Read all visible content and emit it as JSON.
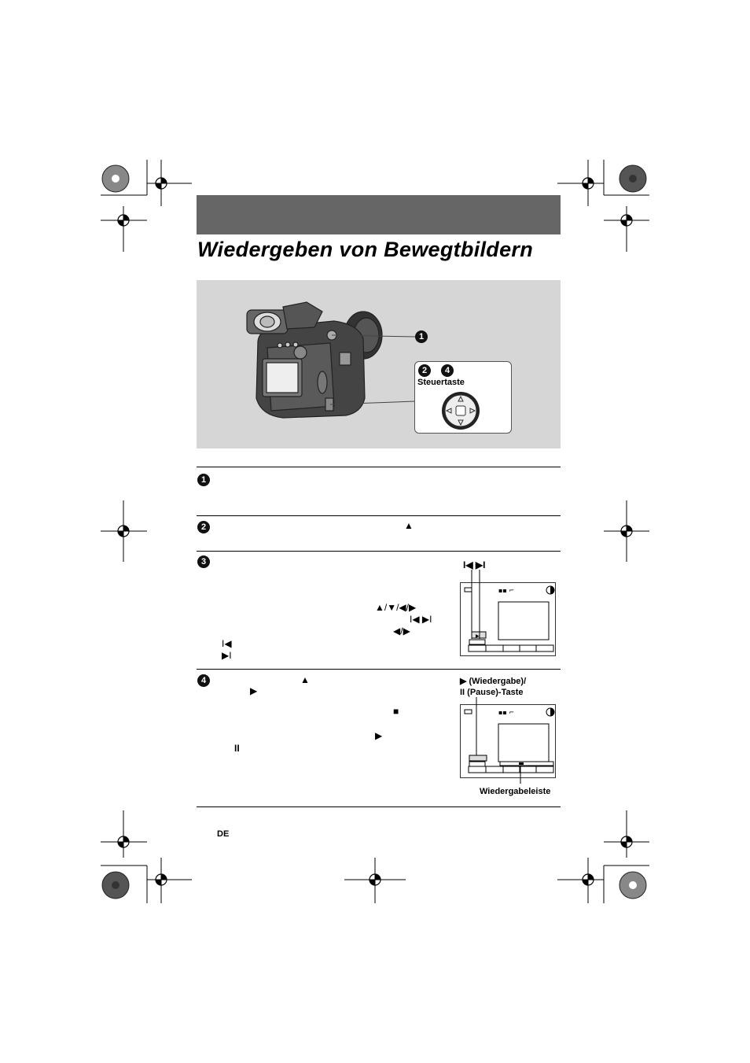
{
  "page": {
    "title": "Wiedergeben von Bewegtbildern",
    "page_code": "DE"
  },
  "figure": {
    "callout_steps": [
      "1",
      "2",
      "4"
    ],
    "control_label": "Steuertaste"
  },
  "steps": [
    {
      "number": "1"
    },
    {
      "number": "2",
      "symbol": "▲"
    },
    {
      "number": "3",
      "symbols": [
        "▲/▼/◀/▶",
        "I◀ ▶I",
        "◀/▶",
        "I◀",
        "▶I"
      ]
    },
    {
      "number": "4",
      "symbols": [
        "▲",
        "▶",
        "■",
        "▶",
        "II"
      ]
    }
  ],
  "screens": {
    "screen3_label": "I◀ ▶I",
    "screen4_label_line1": "▶ (Wiedergabe)/",
    "screen4_label_line2": "II (Pause)-Taste",
    "screen4_caption": "Wiedergabeleiste"
  },
  "colors": {
    "header_band": "#666666",
    "figure_bg": "#d6d6d6"
  }
}
